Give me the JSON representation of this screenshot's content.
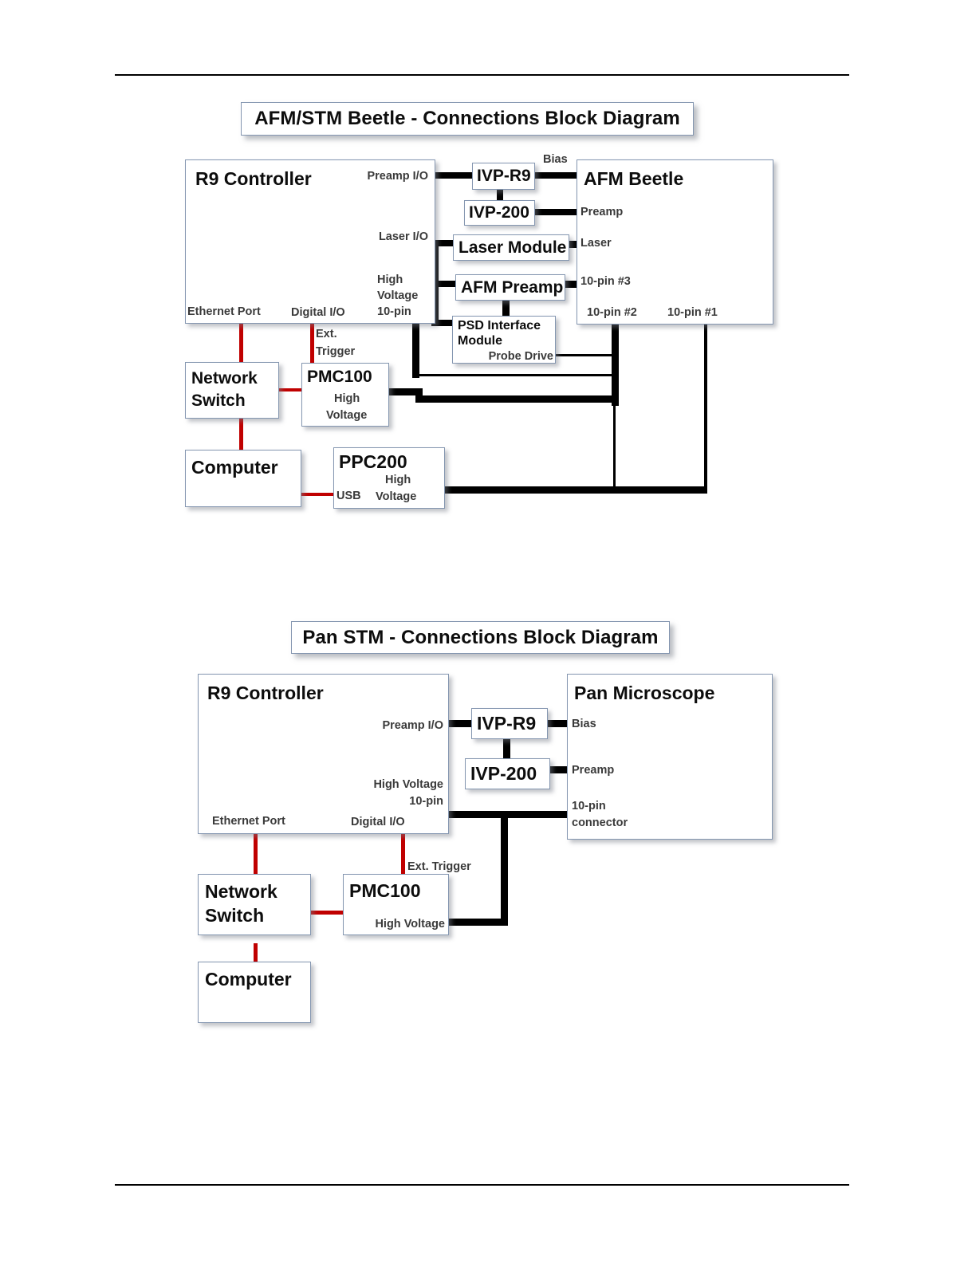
{
  "page": {
    "rule_top": true,
    "rule_bottom": true
  },
  "colors": {
    "box_border": "#8496B0",
    "wire_black": "#000000",
    "wire_red": "#C00000",
    "text": "#0D0D0D",
    "port_text": "#3A3A3A",
    "background": "#FFFFFF"
  },
  "diagram1": {
    "title": "AFM/STM Beetle - Connections Block Diagram",
    "boxes": {
      "r9_controller": {
        "heading": "R9 Controller",
        "ports": {
          "preamp_io": "Preamp I/O",
          "laser_io": "Laser I/O",
          "high_voltage_10pin": "High\nVoltage\n10-pin",
          "high_voltage_line1": "High",
          "high_voltage_line2": "Voltage",
          "high_voltage_line3": "10-pin",
          "ethernet_port": "Ethernet Port",
          "digital_io": "Digital I/O"
        }
      },
      "ivp_r9": {
        "heading": "IVP-R9"
      },
      "ivp_200": {
        "heading": "IVP-200"
      },
      "laser_module": {
        "heading": "Laser Module"
      },
      "afm_preamp": {
        "heading": "AFM Preamp"
      },
      "psd_interface_module": {
        "heading_line1": "PSD Interface",
        "heading_line2": "Module",
        "ports": {
          "probe_drive": "Probe Drive"
        }
      },
      "afm_beetle": {
        "heading": "AFM Beetle",
        "ports": {
          "bias": "Bias",
          "preamp": "Preamp",
          "laser": "Laser",
          "tenpin_3": "10-pin #3",
          "tenpin_2": "10-pin #2",
          "tenpin_1": "10-pin #1"
        }
      },
      "network_switch": {
        "heading_line1": "Network",
        "heading_line2": "Switch"
      },
      "pmc100": {
        "heading": "PMC100",
        "ports": {
          "ext_trigger_line1": "Ext.",
          "ext_trigger_line2": "Trigger",
          "high_voltage_line1": "High",
          "high_voltage_line2": "Voltage"
        }
      },
      "computer": {
        "heading": "Computer"
      },
      "ppc200": {
        "heading": "PPC200",
        "ports": {
          "usb": "USB",
          "high_voltage_line1": "High",
          "high_voltage_line2": "Voltage"
        }
      }
    }
  },
  "diagram2": {
    "title": "Pan STM - Connections Block Diagram",
    "boxes": {
      "r9_controller": {
        "heading": "R9 Controller",
        "ports": {
          "preamp_io": "Preamp I/O",
          "high_voltage": "High Voltage",
          "tenpin": "10-pin",
          "ethernet_port": "Ethernet Port",
          "digital_io": "Digital I/O"
        }
      },
      "ivp_r9": {
        "heading": "IVP-R9"
      },
      "ivp_200": {
        "heading": "IVP-200"
      },
      "pan_microscope": {
        "heading": "Pan Microscope",
        "ports": {
          "bias": "Bias",
          "preamp": "Preamp",
          "tenpin_line1": "10-pin",
          "tenpin_line2": "connector"
        }
      },
      "network_switch": {
        "heading_line1": "Network",
        "heading_line2": "Switch"
      },
      "pmc100": {
        "heading": "PMC100",
        "ports": {
          "ext_trigger": "Ext. Trigger",
          "high_voltage": "High Voltage"
        }
      },
      "computer": {
        "heading": "Computer"
      }
    }
  }
}
